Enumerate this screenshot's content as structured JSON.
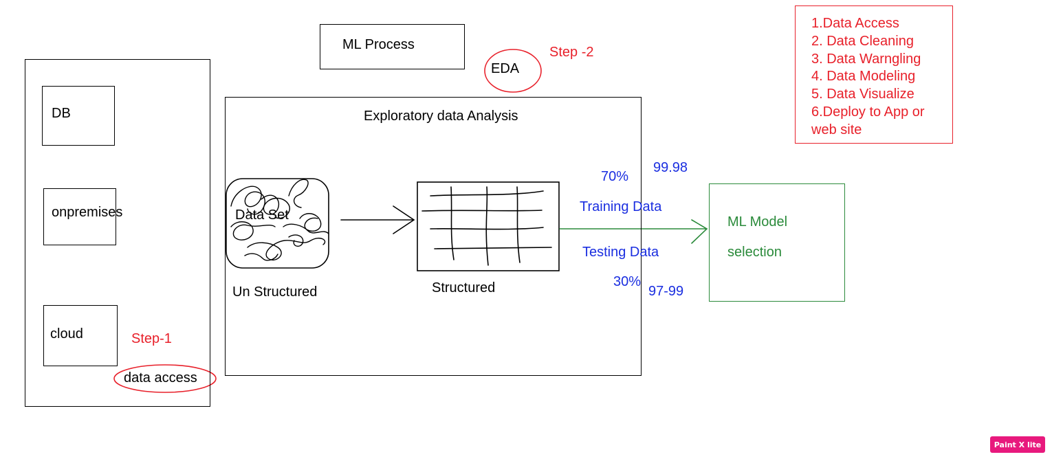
{
  "title": "ML Process",
  "step1": {
    "sources": [
      "DB",
      "onpremises",
      "cloud"
    ],
    "label": "Step-1",
    "action": "data access"
  },
  "step2": {
    "label": "Step -2",
    "eda": "EDA",
    "box_title": "Exploratory data Analysis",
    "dataset_label": "Data Set",
    "unstructured": "Un Structured",
    "structured": "Structured"
  },
  "split": {
    "train_pct": "70%",
    "train_label": "Training Data",
    "train_score": "99.98",
    "test_label": "Testing Data",
    "test_pct": "30%",
    "test_score": "97-99"
  },
  "model": {
    "line1": "ML Model",
    "line2": "selection"
  },
  "steps_list": [
    "1.Data Access",
    "2. Data Cleaning",
    "3. Data Warngling",
    "4. Data Modeling",
    "5. Data Visualize",
    "6.Deploy to App or",
    "web site"
  ],
  "badge": "Paint X lite",
  "colors": {
    "annotation_red": "#e8202a",
    "split_blue": "#1a2ee0",
    "model_green": "#2a8a3a",
    "badge_pink": "#e8197d"
  }
}
